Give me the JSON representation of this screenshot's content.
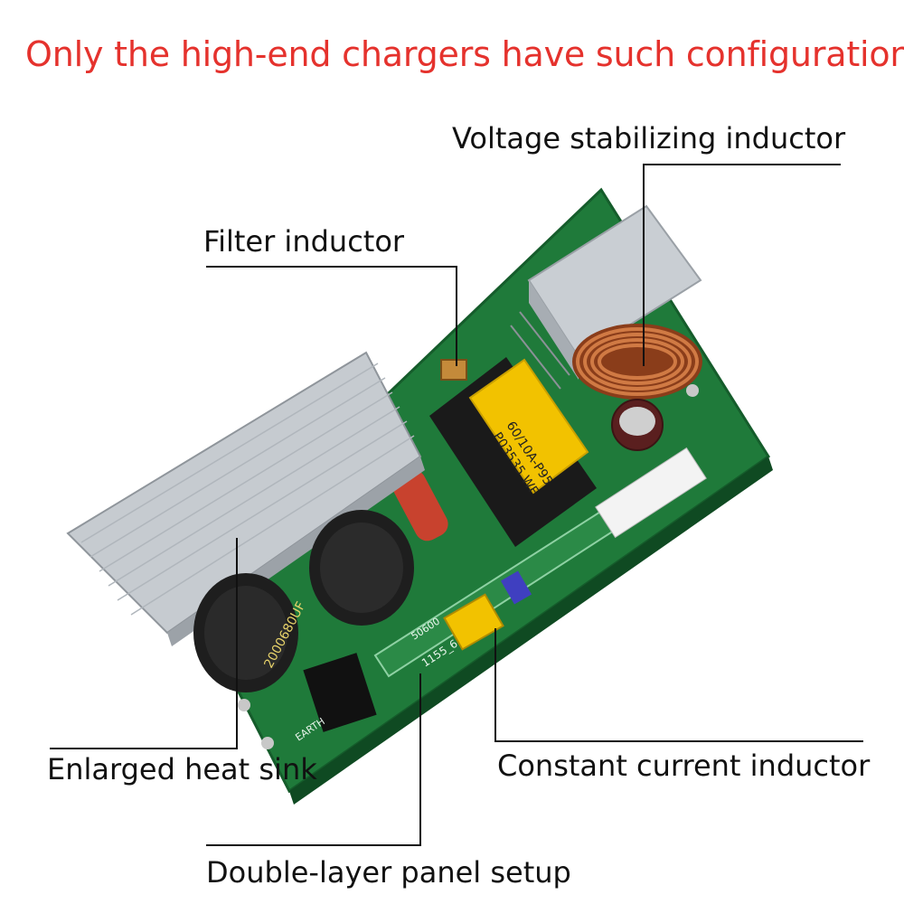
{
  "headline": "Only the high-end chargers have such configurations",
  "labels": {
    "voltage_inductor": "Voltage stabilizing inductor",
    "filter_inductor": "Filter inductor",
    "heat_sink": "Enlarged heat sink",
    "constant_current": "Constant current inductor",
    "double_layer": "Double-layer panel setup"
  },
  "board_print": {
    "transformer_line1": "60/10A-P95",
    "transformer_line2": "P03535 WF",
    "capacitor_text": "2000680UF",
    "earth": "EARTH",
    "silk_a": "1155_6",
    "silk_b": "50600"
  },
  "colors": {
    "headline": "#e5322d",
    "pcb": "#1f7a3a",
    "heatsink": "#c9ced3",
    "transformer_tape": "#f2c200",
    "copper_coil": "#b5582a"
  }
}
